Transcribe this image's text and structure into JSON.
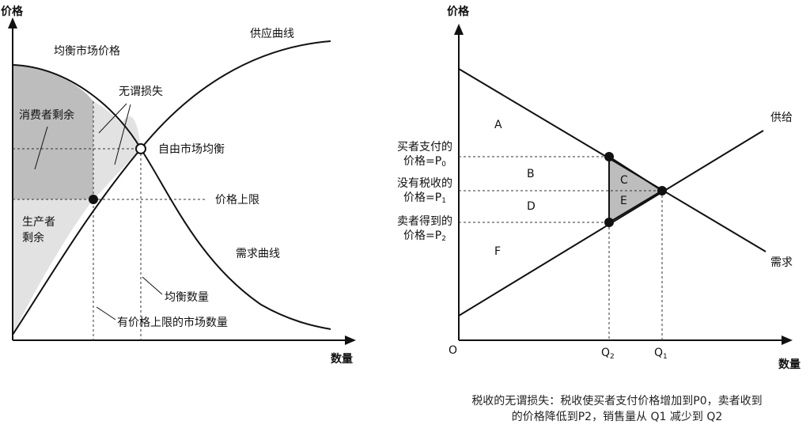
{
  "left_diagram": {
    "axis_y_label": "价格",
    "axis_x_label": "数量",
    "supply_label": "供应曲线",
    "demand_label": "需求曲线",
    "equilibrium_price_label": "均衡市场价格",
    "deadweight_loss_label": "无谓损失",
    "consumer_surplus_label": "消费者剩余",
    "free_market_equilibrium_label": "自由市场均衡",
    "price_ceiling_label": "价格上限",
    "producer_surplus_line1": "生产者",
    "producer_surplus_line2": "剩余",
    "equilibrium_quantity_label": "均衡数量",
    "ceiling_quantity_label": "有价格上限的市场数量",
    "colors": {
      "consumer_surplus": "#bdbdbd",
      "light_region": "#e2e2e2",
      "curve": "#111111"
    }
  },
  "right_diagram": {
    "axis_y_label": "价格",
    "axis_x_label": "数量",
    "origin_label": "O",
    "supply_label": "供给",
    "demand_label": "需求",
    "region_labels": [
      "A",
      "B",
      "C",
      "D",
      "E",
      "F"
    ],
    "buyer_price_line1": "买者支付的",
    "buyer_price_line2": "价格=P",
    "buyer_price_sub": "0",
    "no_tax_price_line1": "没有税收的",
    "no_tax_price_line2": "价格=P",
    "no_tax_price_sub": "1",
    "seller_price_line1": "卖者得到的",
    "seller_price_line2": "价格=P",
    "seller_price_sub": "2",
    "q2_main": "Q",
    "q2_sub": "2",
    "q1_main": "Q",
    "q1_sub": "1",
    "colors": {
      "deadweight_triangle": "#bdbdbd"
    }
  },
  "caption": {
    "line1": "税收的无谓损失：税收使买者支付价格增加到P0，卖者收到",
    "line2": "的价格降低到P2，销售量从 Q1 减少到 Q2"
  }
}
